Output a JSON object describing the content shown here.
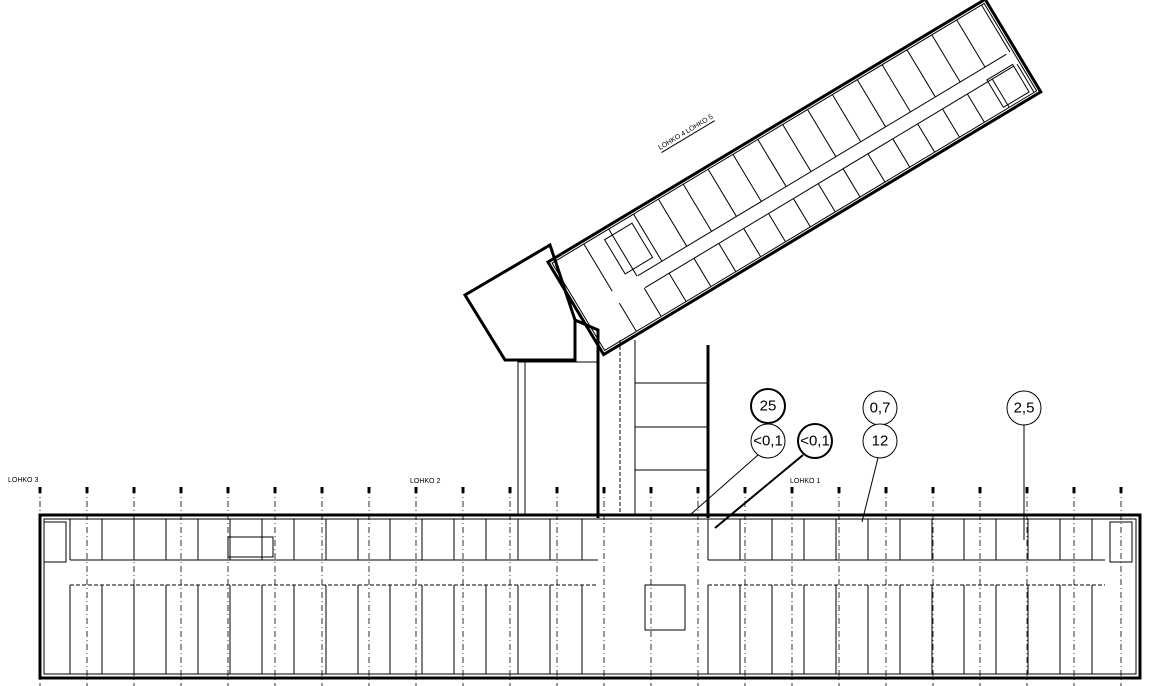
{
  "block_labels": {
    "main_left": "LOHKO 3",
    "main_middle": "LOHKO 2",
    "main_right": "LOHKO 1",
    "wing_left": "LOHKO 4",
    "wing_right": "LOHKO 5"
  },
  "callouts": [
    {
      "id": "c1",
      "text": "25",
      "bold": true
    },
    {
      "id": "c2",
      "text": "<0,1",
      "bold": false
    },
    {
      "id": "c3",
      "text": "<0,1",
      "bold": true
    },
    {
      "id": "c4",
      "text": "0,7",
      "bold": false
    },
    {
      "id": "c5",
      "text": "12",
      "bold": false
    },
    {
      "id": "c6",
      "text": "2,5",
      "bold": false
    }
  ]
}
